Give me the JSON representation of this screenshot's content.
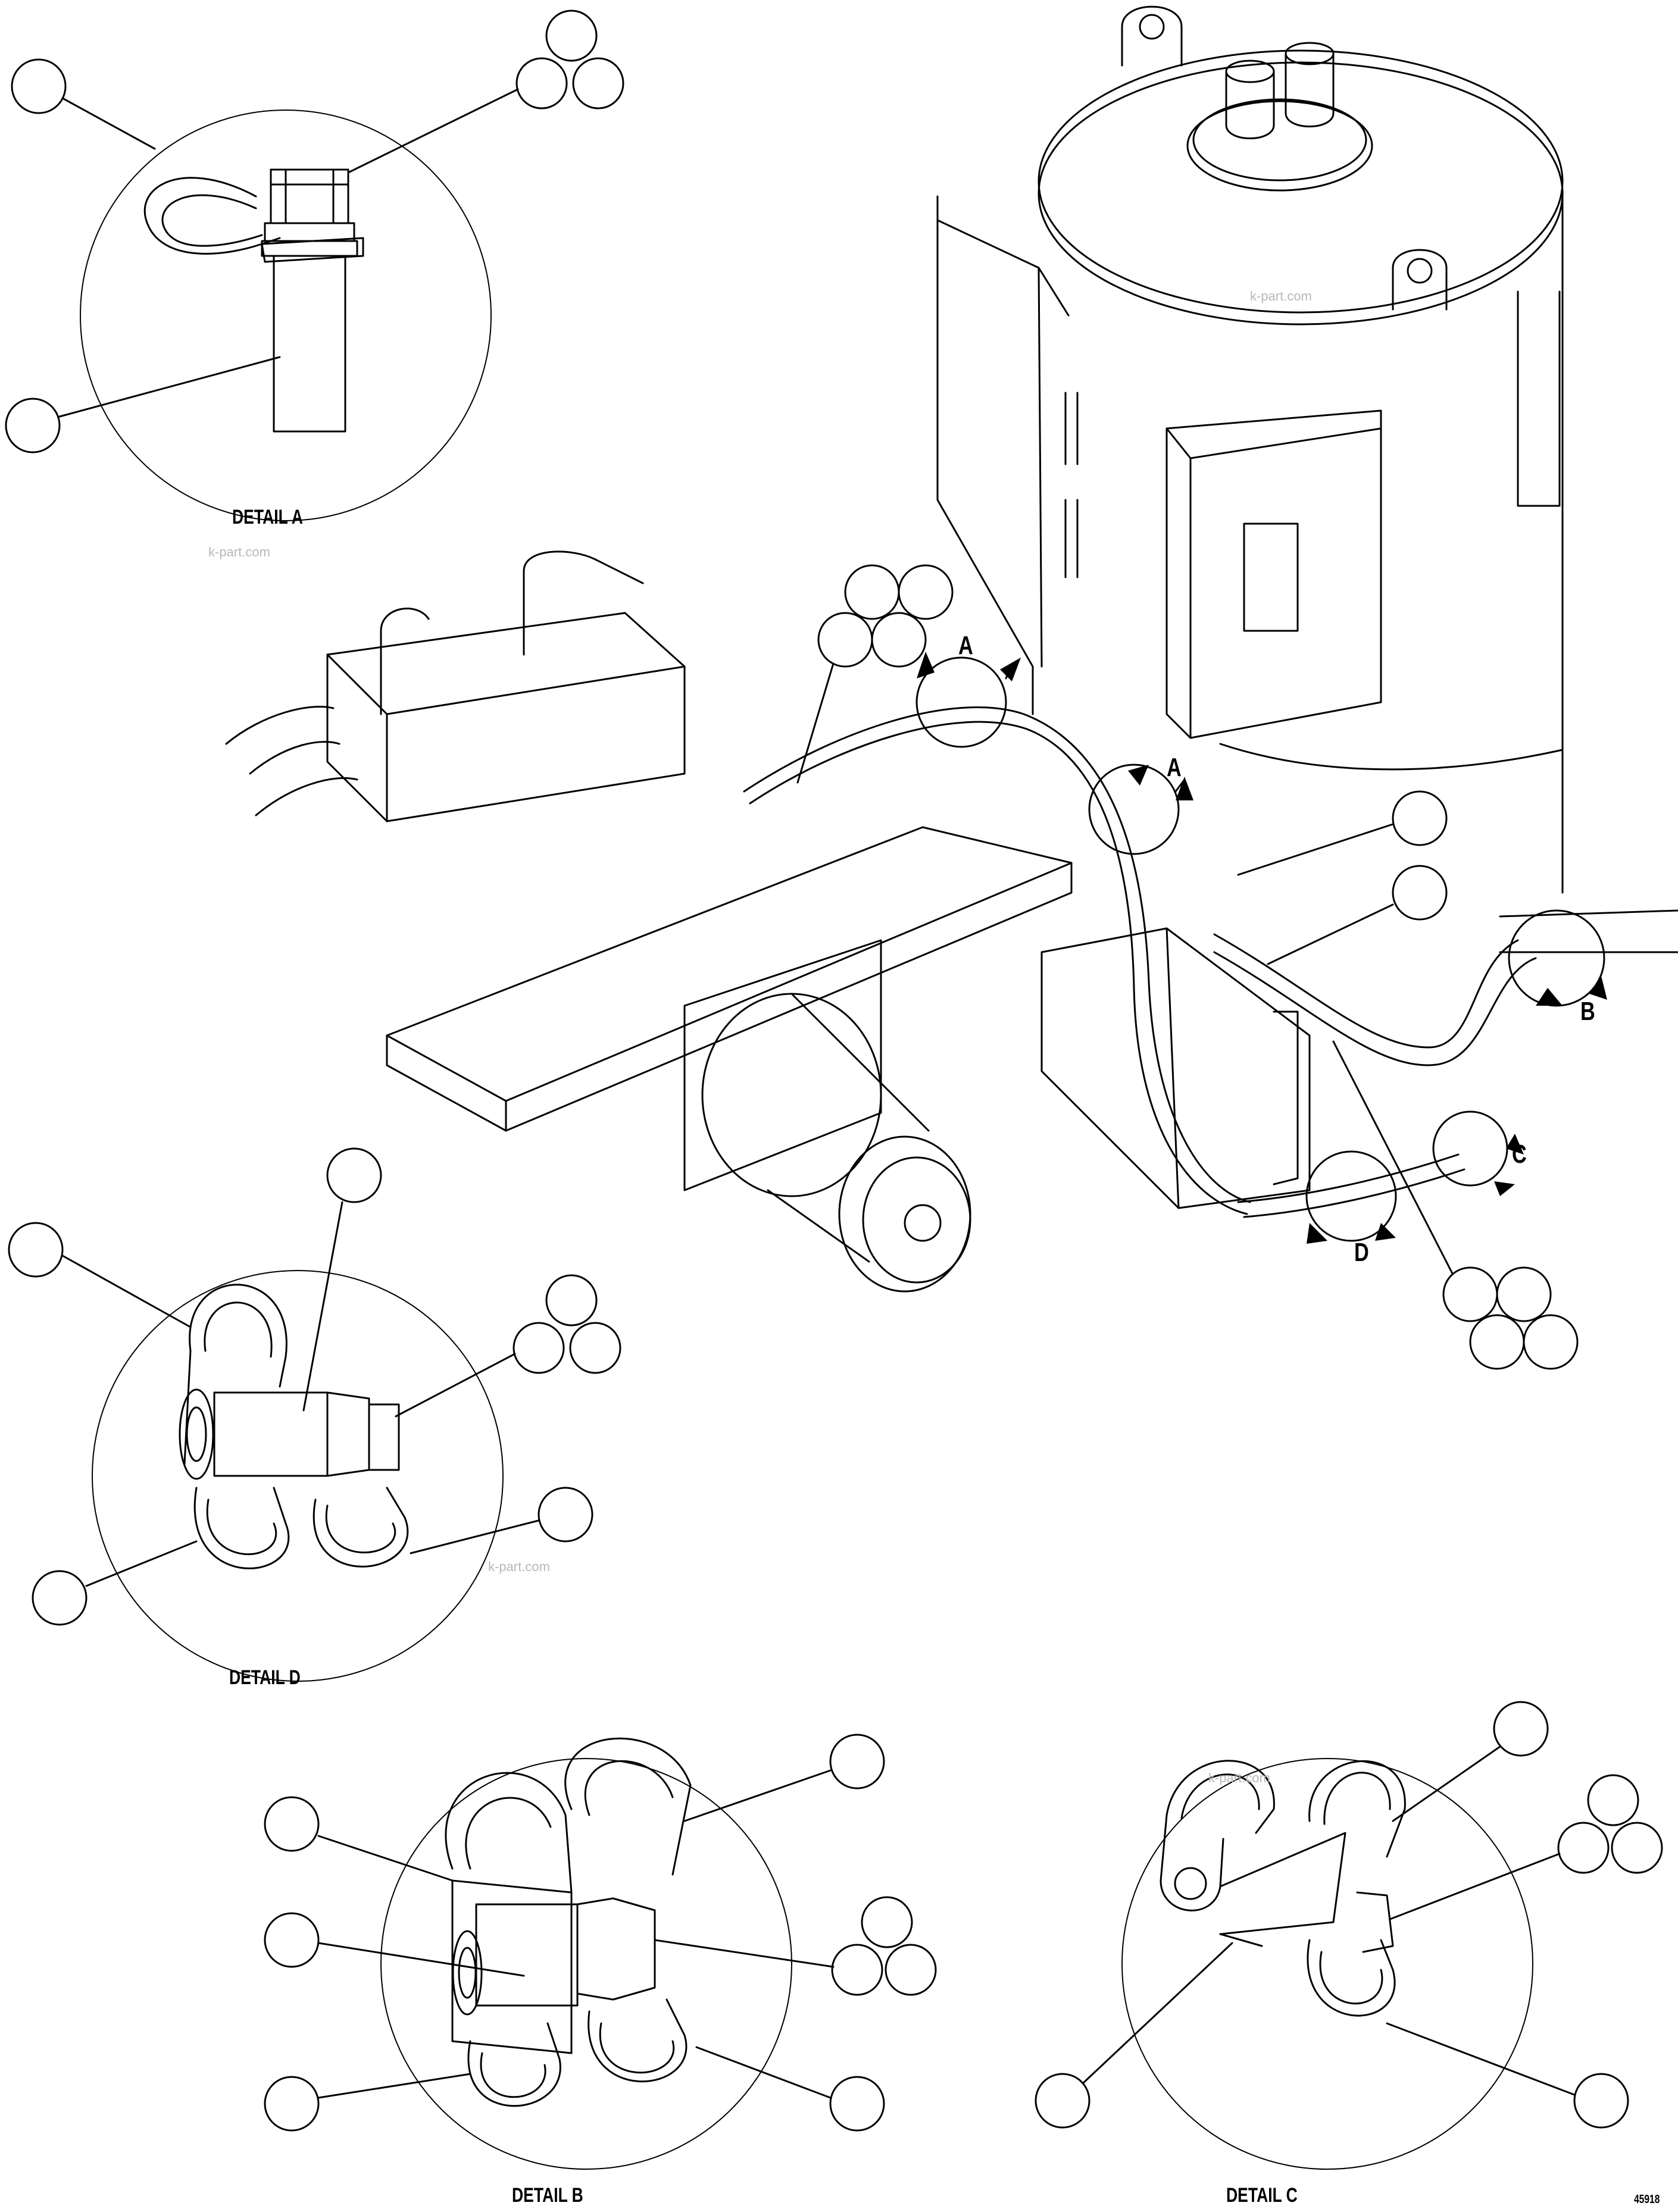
{
  "details": {
    "a": "DETAIL A",
    "b": "DETAIL B",
    "c": "DETAIL C",
    "d": "DETAIL D"
  },
  "view_letters": {
    "a": "A",
    "b": "B",
    "c": "C",
    "d": "D"
  },
  "watermark": "k-part.com",
  "figure_number": "45918",
  "colors": {
    "line": "#000000",
    "background": "#ffffff",
    "watermark": "#b8b8b8"
  }
}
